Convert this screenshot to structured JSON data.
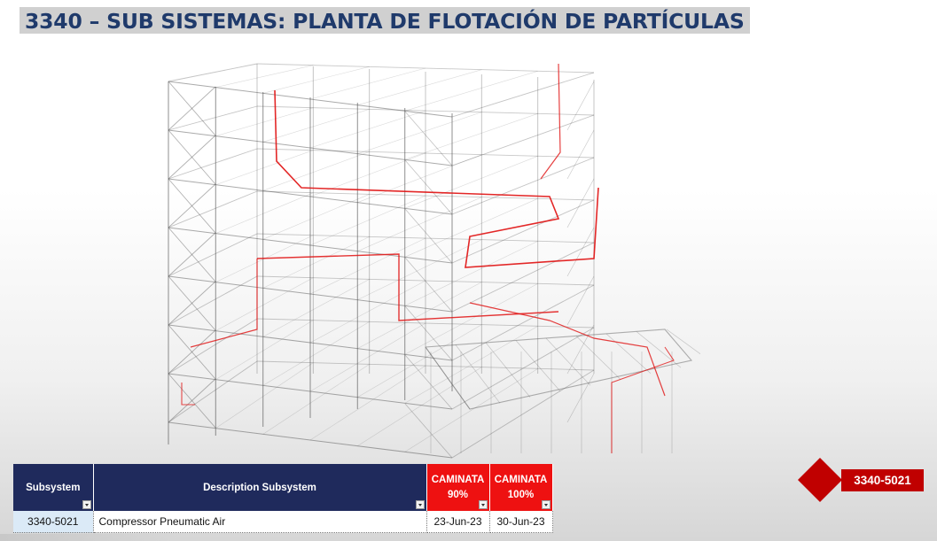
{
  "title": "3340 – SUB SISTEMAS: PLANTA DE FLOTACIÓN DE PARTÍCULAS",
  "model_view": {
    "icon": "3d-structure-model",
    "highlight_color": "#e01010"
  },
  "table": {
    "headers": {
      "subsystem": "Subsystem",
      "description": "Description Subsystem",
      "walk90_line1": "CAMINATA",
      "walk90_line2": "90%",
      "walk100_line1": "CAMINATA",
      "walk100_line2": "100%"
    },
    "rows": [
      {
        "code": "3340-5021",
        "description": "Compressor Pneumatic Air",
        "walk90": "23-Jun-23",
        "walk100": "30-Jun-23"
      }
    ],
    "colors": {
      "header_dark": "#1f2a5c",
      "header_red": "#ee1111",
      "code_cell": "#dbeaf7"
    }
  },
  "badge": {
    "code": "3340-5021",
    "color": "#c00000",
    "icon": "red-diamond-icon"
  }
}
